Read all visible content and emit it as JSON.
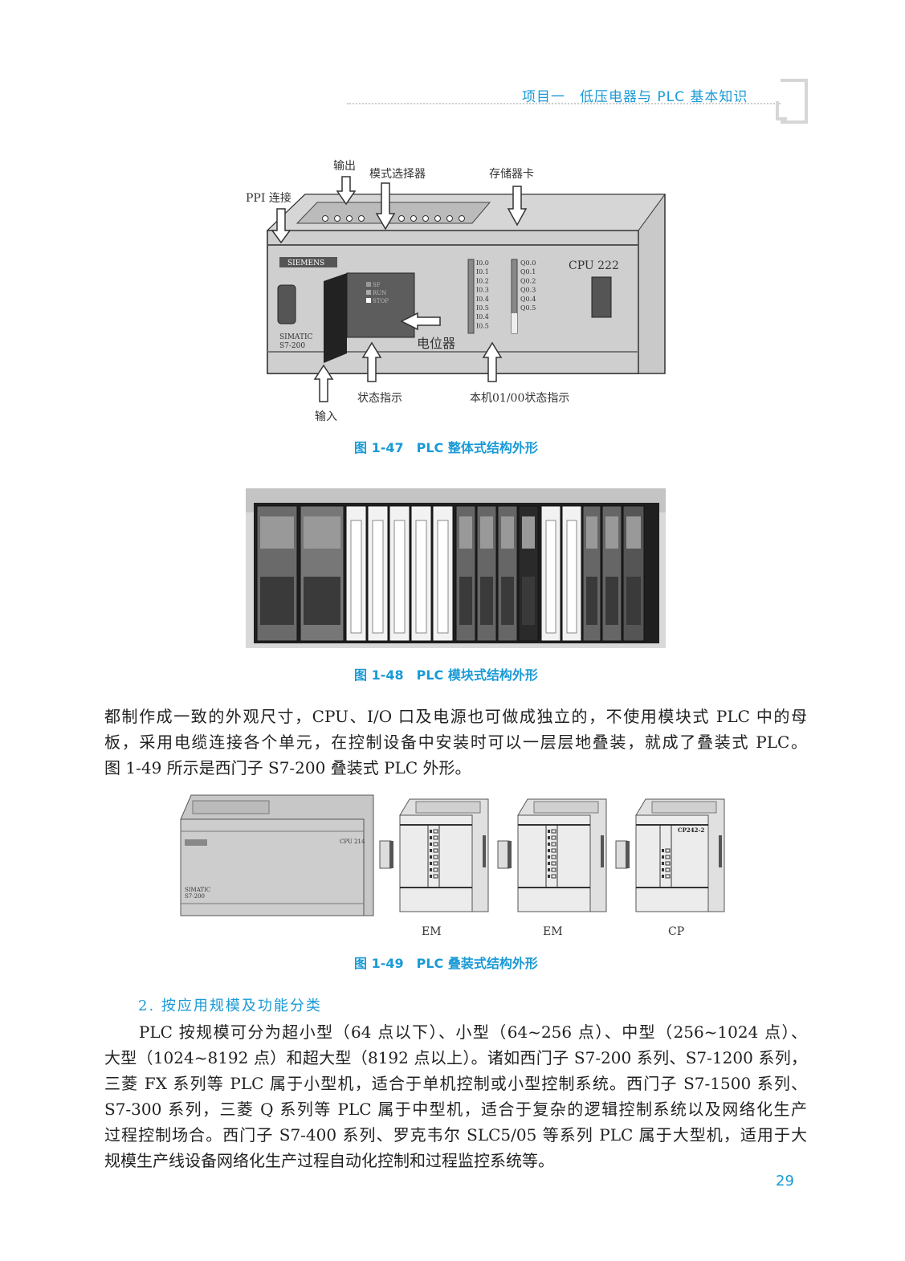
{
  "header": {
    "title": "项目一　低压电器与 PLC 基本知识"
  },
  "figure_47": {
    "caption": "图 1-47　PLC 整体式结构外形",
    "labels": {
      "output": "输出",
      "mode_selector": "模式选择器",
      "memory_card": "存储器卡",
      "ppi": "PPI 连接",
      "potentiometer": "电位器",
      "status": "状态指示",
      "io_status": "本机01/00状态指示",
      "input": "输入"
    },
    "device": {
      "brand": "SIEMENS",
      "model": "CPU 222",
      "simatic": "SIMATIC",
      "series": "S7-200",
      "modes": [
        "SF",
        "RUN",
        "STOP"
      ],
      "inputs": [
        "I0.0",
        "I0.1",
        "I0.2",
        "I0.3",
        "I0.4",
        "I0.5",
        "I0.4",
        "I0.5"
      ],
      "outputs": [
        "Q0.0",
        "Q0.1",
        "Q0.2",
        "Q0.3",
        "Q0.4",
        "Q0.5"
      ]
    }
  },
  "figure_48": {
    "caption": "图 1-48　PLC 模块式结构外形"
  },
  "figure_49": {
    "caption": "图 1-49　PLC 叠装式结构外形",
    "modules": [
      "EM",
      "EM",
      "CP"
    ],
    "cpu": "CPU 214",
    "cp_name": "CP242-2"
  },
  "body": {
    "para1": [
      "都制作成一致的外观尺寸，CPU、I/O 口及电源也可做成独立的，不使用模块式 PLC 中的母",
      "板，采用电缆连接各个单元，在控制设备中安装时可以一层层地叠装，就成了叠装式 PLC。",
      "图 1-49 所示是西门子 S7-200 叠装式 PLC 外形。"
    ],
    "section_title": "2. 按应用规模及功能分类",
    "para2": [
      "　　PLC 按规模可分为超小型（64 点以下）、小型（64~256 点）、中型（256~1024 点）、",
      "大型（1024~8192 点）和超大型（8192 点以上）。诸如西门子 S7-200 系列、S7-1200 系列，",
      "三菱 FX 系列等 PLC 属于小型机，适合于单机控制或小型控制系统。西门子 S7-1500 系列、",
      "S7-300 系列，三菱 Q 系列等 PLC 属于中型机，适合于复杂的逻辑控制系统以及网络化生产",
      "过程控制场合。西门子 S7-400 系列、罗克韦尔 SLC5/05 等系列 PLC 属于大型机，适用于大",
      "规模生产线设备网络化生产过程自动化控制和过程监控系统等。"
    ]
  },
  "page_number": "29"
}
